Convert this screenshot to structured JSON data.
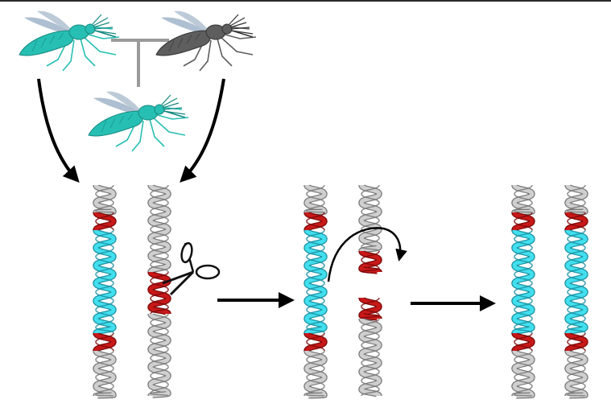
{
  "colors": {
    "background": "#ffffff",
    "frame_line": "#2a2a2a",
    "mosquito_teal": "#27bfb4",
    "mosquito_teal_dark": "#16897f",
    "mosquito_grey": "#5e5e5e",
    "mosquito_grey_dark": "#333333",
    "wing": "#9fb4c8",
    "cross_line": "#9a9a9a",
    "dna_grey": "#cfcfcf",
    "dna_grey_dark": "#777777",
    "dna_cyan": "#42dfee",
    "dna_cyan_dark": "#1a8fa0",
    "dna_red": "#c81818",
    "dna_red_dark": "#7a0a0a",
    "arrow": "#000000"
  },
  "icons": {
    "parent_left": "gene-drive-mosquito-icon",
    "parent_right": "wild-type-mosquito-icon",
    "offspring": "offspring-mosquito-icon",
    "cutter": "scissors-icon"
  },
  "stages": [
    {
      "id": "cut",
      "chromosomes": [
        {
          "id": "drive",
          "segments": [
            "grey",
            "red",
            "cyan",
            "red",
            "grey"
          ]
        },
        {
          "id": "wild",
          "segments": [
            "grey",
            "red",
            "grey"
          ]
        }
      ]
    },
    {
      "id": "repair",
      "chromosomes": [
        {
          "id": "drive",
          "segments": [
            "grey",
            "red",
            "cyan",
            "red",
            "grey"
          ]
        },
        {
          "id": "broken",
          "segments": [
            "grey",
            "red",
            "break",
            "red",
            "grey"
          ]
        }
      ]
    },
    {
      "id": "converted",
      "chromosomes": [
        {
          "id": "drive-a",
          "segments": [
            "grey",
            "red",
            "cyan",
            "red",
            "grey"
          ]
        },
        {
          "id": "drive-b",
          "segments": [
            "grey",
            "red",
            "cyan",
            "red",
            "grey"
          ]
        }
      ]
    }
  ]
}
